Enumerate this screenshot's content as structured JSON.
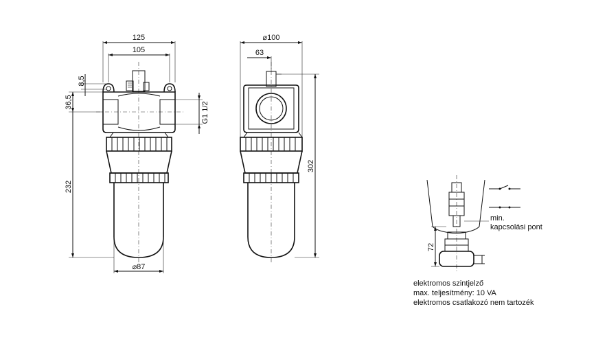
{
  "front_view": {
    "dim_width_overall": "125",
    "dim_width_ports": "105",
    "dim_top_offset": "8,5",
    "dim_port_height": "36,5",
    "dim_thread": "G1 1/2",
    "dim_height_bowl": "232",
    "dim_diameter_bowl": "⌀87"
  },
  "side_view": {
    "dim_diameter": "⌀100",
    "dim_offset": "63",
    "dim_height_total": "302"
  },
  "level_switch": {
    "dim_min_height": "72",
    "label_min_line1": "min.",
    "label_min_line2": "kapcsolási pont",
    "note_line1": "elektromos szintjelző",
    "note_line2": "max. teljesítmény: 10 VA",
    "note_line3": "elektromos csatlakozó nem tartozék"
  }
}
